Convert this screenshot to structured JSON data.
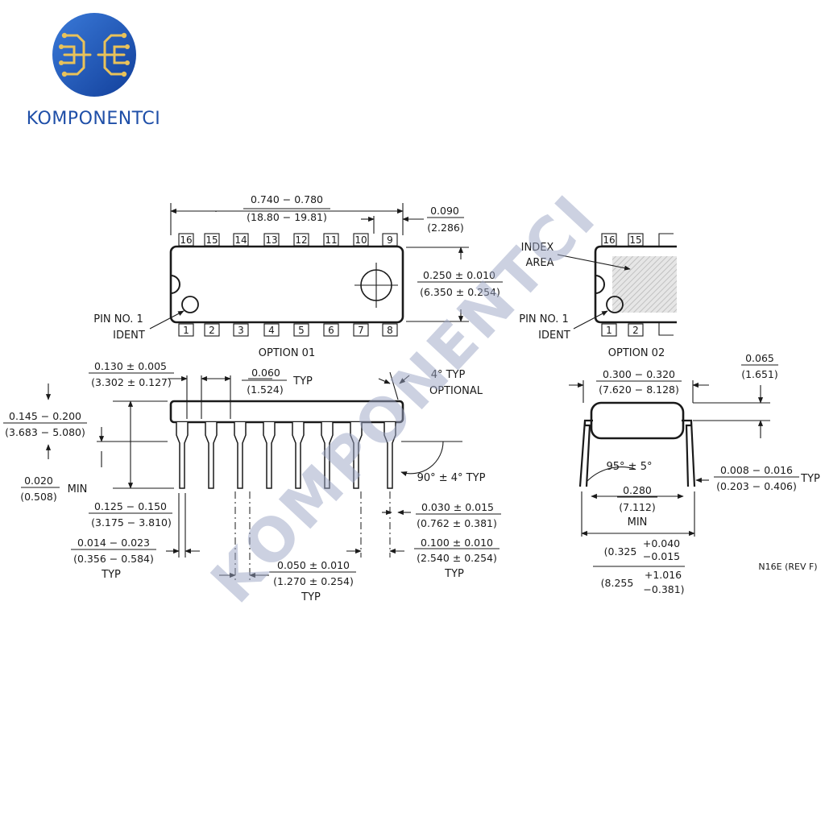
{
  "brand": {
    "name": "KOMPONENTCI",
    "watermark": "KOMPONENTCI"
  },
  "top_view": {
    "length_in": "0.740 − 0.780",
    "length_mm": "(18.80 − 19.81)",
    "pin_end_in": "0.090",
    "pin_end_mm": "(2.286)",
    "body_width_in": "0.250 ± 0.010",
    "body_width_mm": "(6.350 ± 0.254)",
    "top_pins": [
      "16",
      "15",
      "14",
      "13",
      "12",
      "11",
      "10",
      "9"
    ],
    "bottom_pins": [
      "1",
      "2",
      "3",
      "4",
      "5",
      "6",
      "7",
      "8"
    ],
    "pin1_label_1": "PIN NO. 1",
    "pin1_label_2": "IDENT",
    "option": "OPTION 01"
  },
  "option2": {
    "index_label_1": "INDEX",
    "index_label_2": "AREA",
    "top_pins": [
      "16",
      "15"
    ],
    "bottom_pins": [
      "1",
      "2"
    ],
    "pin1_label_1": "PIN NO. 1",
    "pin1_label_2": "IDENT",
    "option": "OPTION 02"
  },
  "side_view": {
    "shoulder_in": "0.130 ± 0.005",
    "shoulder_mm": "(3.302 ± 0.127)",
    "lead_width_in": "0.060",
    "lead_width_mm": "(1.524)",
    "typ": "TYP",
    "draft": "4° TYP",
    "optional": "OPTIONAL",
    "height_in": "0.145 − 0.200",
    "height_mm": "(3.683 − 5.080)",
    "standoff_in": "0.020",
    "standoff_mm": "(0.508)",
    "min": "MIN",
    "angle": "90° ± 4° TYP",
    "lead_len_in": "0.125 − 0.150",
    "lead_len_mm": "(3.175 − 3.810)",
    "lead_thk_in": "0.030 ± 0.015",
    "lead_thk_mm": "(0.762 ± 0.381)",
    "lead_dia_in": "0.014 − 0.023",
    "lead_dia_mm": "(0.356 − 0.584)",
    "pitch_in": "0.100 ± 0.010",
    "pitch_mm": "(2.540 ± 0.254)",
    "tip_in": "0.050 ± 0.010",
    "tip_mm": "(1.270 ± 0.254)"
  },
  "end_view": {
    "shoulder_in": "0.065",
    "shoulder_mm": "(1.651)",
    "row_in": "0.300 − 0.320",
    "row_mm": "(7.620 − 8.128)",
    "angle": "95° ± 5°",
    "row_min_in": "0.280",
    "row_min_mm": "(7.112)",
    "min": "MIN",
    "lead_thk_in": "0.008 − 0.016",
    "lead_thk_mm": "(0.203 − 0.406)",
    "typ": "TYP",
    "spread_in_nom": "(0.325",
    "spread_in_tol_plus": "+0.040",
    "spread_in_tol_minus": "−0.015",
    "spread_mm_nom": "(8.255",
    "spread_mm_tol_plus": "+1.016",
    "spread_mm_tol_minus": "−0.381)",
    "revision": "N16E (REV F)"
  }
}
